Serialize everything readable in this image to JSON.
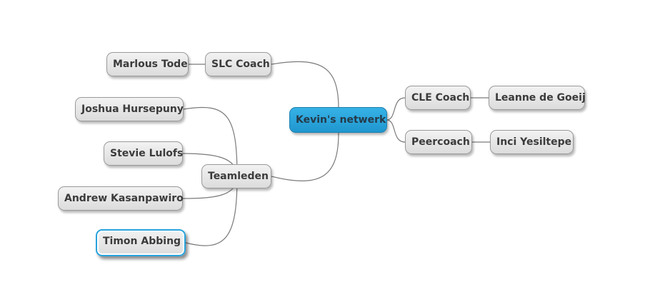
{
  "mindmap": {
    "root": "Kevin's netwerk",
    "nodes": {
      "slc_coach": "SLC Coach",
      "marlous_tode": "Marlous Tode",
      "teamleden": "Teamleden",
      "joshua": "Joshua Hursepuny",
      "stevie": "Stevie Lulofs",
      "andrew": "Andrew Kasanpawiro",
      "timon": "Timon Abbing",
      "cle_coach": "CLE Coach",
      "leanne": "Leanne de Goeij",
      "peercoach": "Peercoach",
      "inci": "Inci Yesiltepe"
    },
    "selected": "Timon Abbing"
  },
  "colors": {
    "root_fill": "#29a6dd",
    "node_fill": "#e6e6e6",
    "selected_border": "#29a3dc",
    "connector": "#7a7a7a"
  }
}
